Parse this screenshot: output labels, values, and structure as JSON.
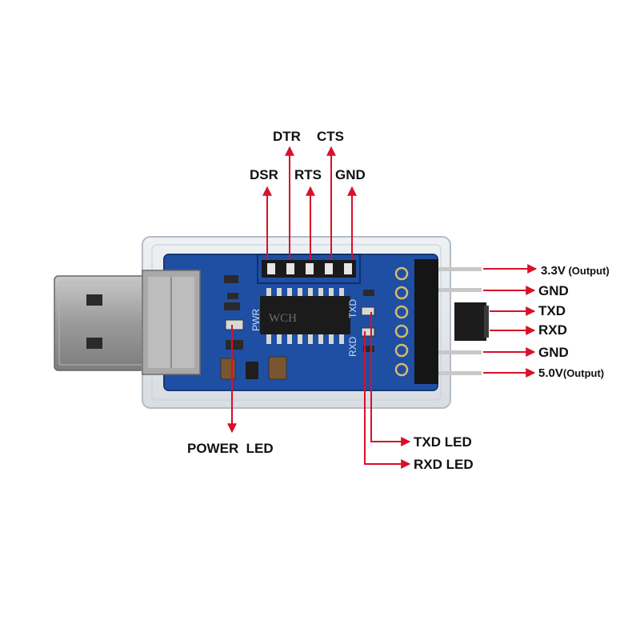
{
  "labels": {
    "top_row1": [
      "DTR",
      "CTS"
    ],
    "top_row2": [
      "DSR",
      "RTS",
      "GND"
    ],
    "right": [
      {
        "main": "3.3V",
        "suffix": " (Output)"
      },
      {
        "main": "GND",
        "suffix": ""
      },
      {
        "main": "TXD",
        "suffix": ""
      },
      {
        "main": "RXD",
        "suffix": ""
      },
      {
        "main": "GND",
        "suffix": ""
      },
      {
        "main": "5.0V",
        "suffix": "(Output)"
      }
    ],
    "power_led": "POWER  LED",
    "txd_led": "TXD LED",
    "rxd_led": "RXD LED"
  },
  "silkscreen": {
    "pwr": "PWR",
    "txd": "TXD",
    "rxd": "RXD",
    "chip_brand": "WCH"
  },
  "colors": {
    "arrow": "#d8102a",
    "pcb": "#1f4fa3",
    "pcb_dark": "#16397a",
    "text": "#111111"
  }
}
